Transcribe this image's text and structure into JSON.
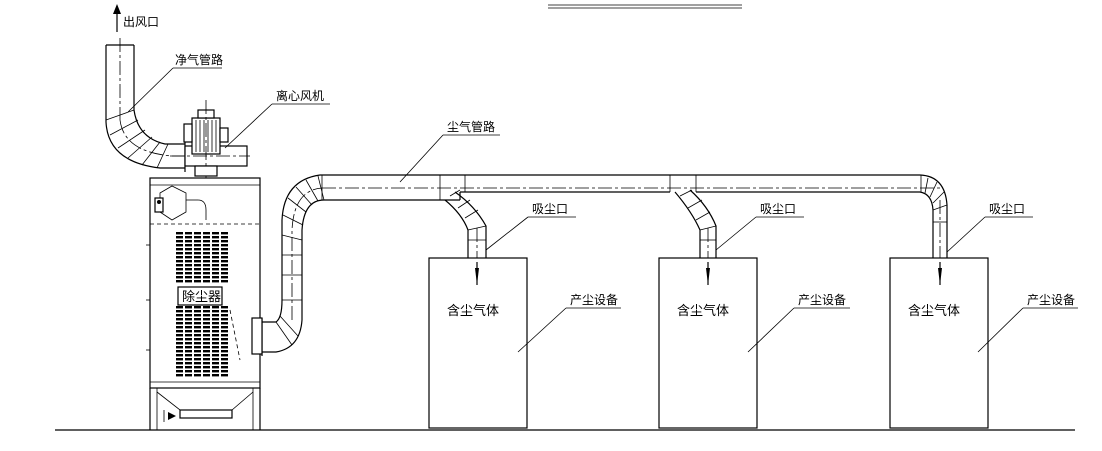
{
  "labels": {
    "outlet": "出风口",
    "clean_pipe": "净气管路",
    "fan": "离心风机",
    "dust_pipe": "尘气管路",
    "collector": "除尘器",
    "suction_1": "吸尘口",
    "suction_2": "吸尘口",
    "suction_3": "吸尘口",
    "gas_1": "含尘气体",
    "gas_2": "含尘气体",
    "gas_3": "含尘气体",
    "equip_1": "产尘设备",
    "equip_2": "产尘设备",
    "equip_3": "产尘设备"
  },
  "colors": {
    "line": "#000000",
    "background": "#ffffff"
  }
}
